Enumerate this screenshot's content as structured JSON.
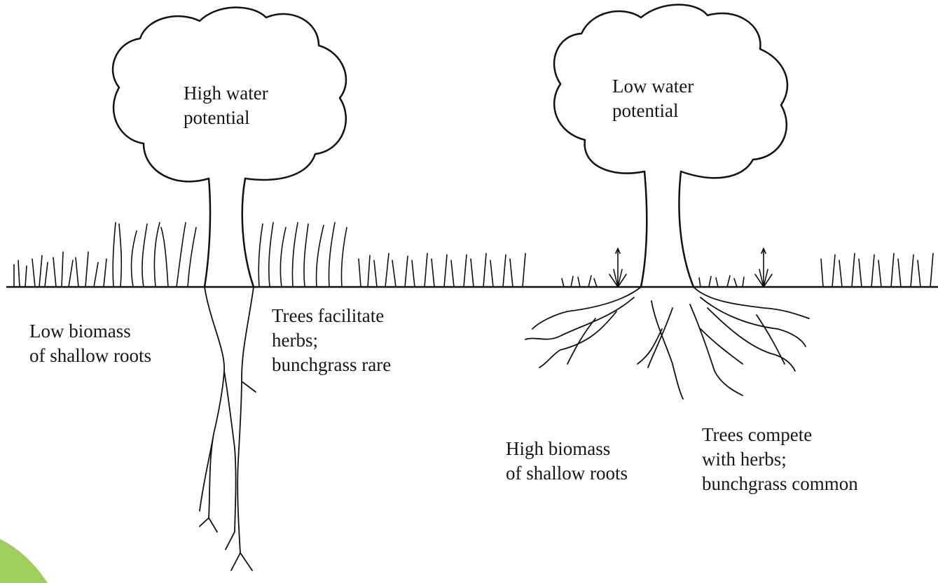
{
  "left_tree": {
    "crown_text": [
      "High water",
      "potential"
    ],
    "root_note": [
      "Low biomass",
      "of shallow roots"
    ],
    "interaction_note": [
      "Trees facilitate",
      "herbs;",
      "bunchgrass rare"
    ]
  },
  "right_tree": {
    "crown_text": [
      "Low water",
      "potential"
    ],
    "root_note": [
      "High biomass",
      "of shallow roots"
    ],
    "interaction_note": [
      "Trees compete",
      "with herbs;",
      "bunchgrass common"
    ]
  },
  "colors": {
    "ink": "#111111",
    "background": "#ffffff",
    "corner_accent": "#8dc63f"
  }
}
